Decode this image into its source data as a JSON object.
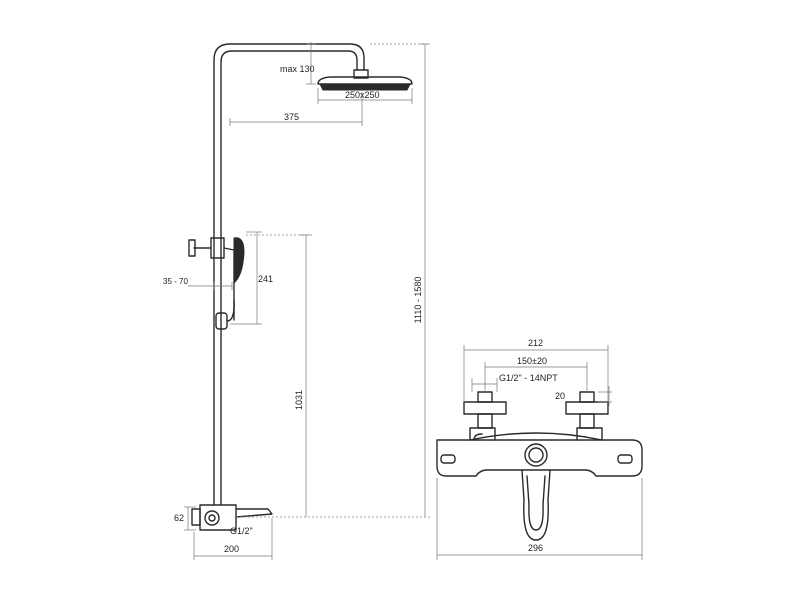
{
  "dimensions": {
    "head_height": "max 130",
    "head_size": "250x250",
    "arm_length": "375",
    "hand_shower_length": "241",
    "holder_adjust": "35 - 70",
    "holder_height": "1031",
    "total_height": "1110 - 1580",
    "mixer_height": "62",
    "mixer_thread": "G1/2\"",
    "mixer_depth": "200",
    "valve_overall_width": "212",
    "valve_centers": "150±20",
    "valve_thread": "G1/2\" - 14NPT",
    "valve_connector": "20",
    "valve_body_width": "296"
  },
  "colors": {
    "line": "#2a2a2a",
    "dimension": "#777777"
  }
}
